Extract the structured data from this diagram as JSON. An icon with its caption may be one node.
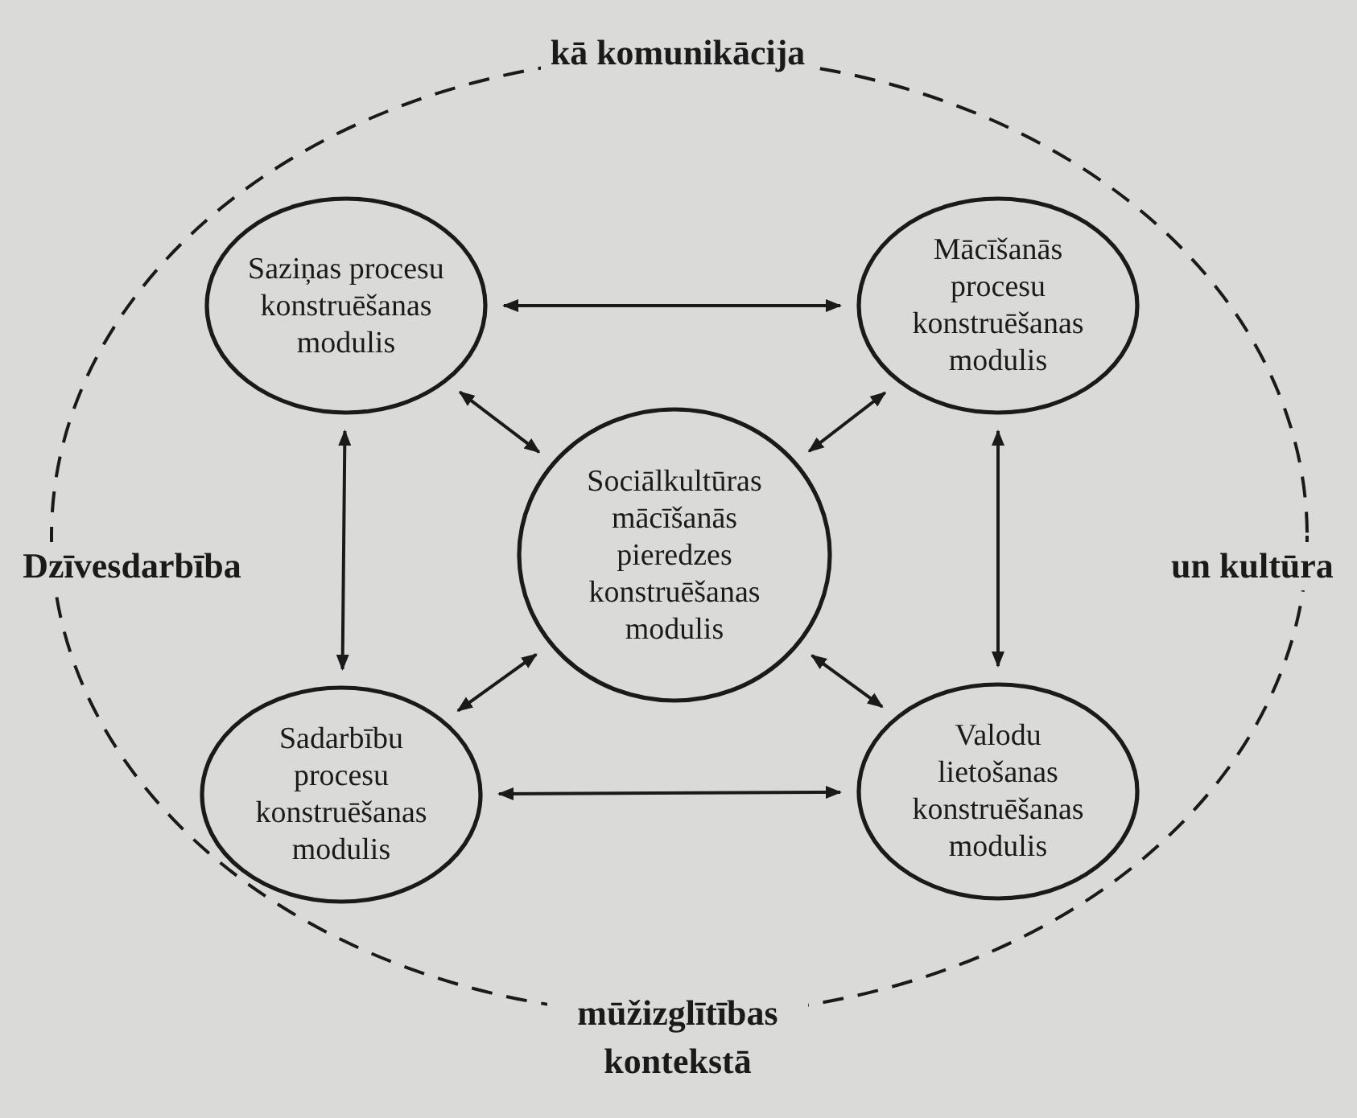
{
  "diagram": {
    "nodes": [
      {
        "text": [
          "kā komunikācija",
          "Dzīvesdarbība",
          "un kultūra",
          "mūžizglītības kontekstā"
        ]
      },
      {
        "text": [
          "Saziņas procesu konstruēšanas modulis"
        ],
        "in": 0
      },
      {
        "text": [
          "Mācīšanās procesu konstruēšanas modulis"
        ],
        "in": 0
      },
      {
        "text": [
          "Sociālkultūras mācīšanās pieredzes konstruēšanas modulis"
        ],
        "in": 0
      },
      {
        "text": [
          "Sadarbību procesu konstruēšanas modulis"
        ],
        "in": 0
      },
      {
        "text": [
          "Valodu lietošanas konstruēšanas modulis"
        ],
        "in": 0
      }
    ],
    "edges": [
      {
        "from": 1,
        "to": 2,
        "arrow": "both"
      },
      {
        "from": 1,
        "to": 3,
        "arrow": "both"
      },
      {
        "from": 2,
        "to": 3,
        "arrow": "both"
      },
      {
        "from": 1,
        "to": 4,
        "arrow": "both"
      },
      {
        "from": 2,
        "to": 5,
        "arrow": "both"
      },
      {
        "from": 3,
        "to": 4,
        "arrow": "both"
      },
      {
        "from": 3,
        "to": 5,
        "arrow": "both"
      },
      {
        "from": 4,
        "to": 5,
        "arrow": "both"
      }
    ]
  }
}
